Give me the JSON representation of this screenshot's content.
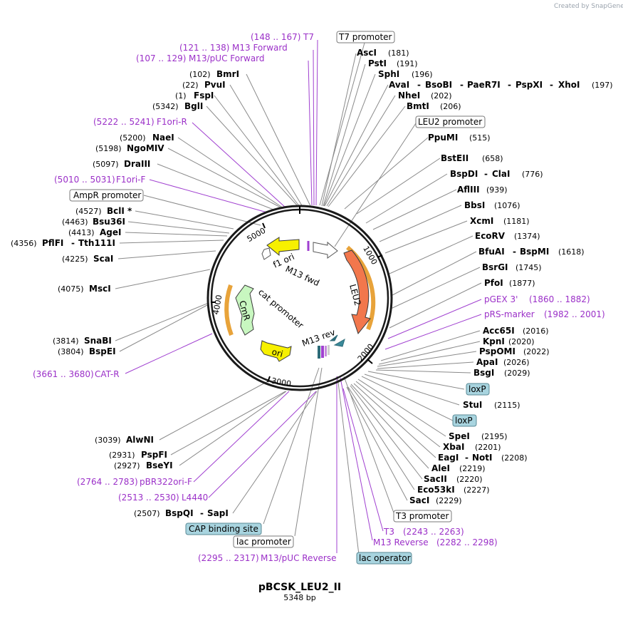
{
  "watermark": "Created by SnapGene",
  "plasmid": {
    "name": "pBCSK_LEU2_II",
    "size": "5348 bp"
  },
  "ticks": [
    "1000",
    "2000",
    "3000",
    "4000",
    "5000"
  ],
  "inner_labels": {
    "f1_ori": "f1 ori",
    "m13_fwd": "M13 fwd",
    "leu2": "LEU2",
    "cmr": "CmR",
    "cat_promoter": "cat promoter",
    "ori": "ori",
    "m13_rev": "M13 rev"
  },
  "labels": {
    "t7": {
      "pos": "(148 .. 167)",
      "name": "T7"
    },
    "m13_forward": {
      "pos": "(121 .. 138)",
      "name": "M13 Forward"
    },
    "m13puc_fwd": {
      "pos": "(107 .. 129)",
      "name": "M13/pUC Forward"
    },
    "bmri": {
      "pos": "(102)",
      "name": "BmrI"
    },
    "pvui": {
      "pos": "(22)",
      "name": "PvuI"
    },
    "fspi": {
      "pos": "(1)",
      "name": "FspI"
    },
    "bgli": {
      "pos": "(5342)",
      "name": "BglI"
    },
    "f1ori_r": {
      "pos": "(5222 .. 5241)",
      "name": "F1ori-R"
    },
    "naei": {
      "pos": "(5200)",
      "name": "NaeI"
    },
    "ngomiv": {
      "pos": "(5198)",
      "name": "NgoMIV"
    },
    "draiii": {
      "pos": "(5097)",
      "name": "DraIII"
    },
    "f1ori_f": {
      "pos": "(5010 .. 5031)",
      "name": "F1ori-F"
    },
    "ampr_promoter": {
      "name": "AmpR promoter"
    },
    "bcli": {
      "pos": "(4527)",
      "name": "BclI *"
    },
    "bsu36i": {
      "pos": "(4463)",
      "name": "Bsu36I"
    },
    "agei": {
      "pos": "(4413)",
      "name": "AgeI"
    },
    "pflfi": {
      "pos": "(4356)",
      "name": "PflFI",
      "name2": "Tth111I"
    },
    "scai": {
      "pos": "(4225)",
      "name": "ScaI"
    },
    "msci": {
      "pos": "(4075)",
      "name": "MscI"
    },
    "snabi": {
      "pos": "(3814)",
      "name": "SnaBI"
    },
    "bspei": {
      "pos": "(3804)",
      "name": "BspEI"
    },
    "cat_r": {
      "pos": "(3661 .. 3680)",
      "name": "CAT-R"
    },
    "alwni": {
      "pos": "(3039)",
      "name": "AlwNI"
    },
    "pspfi": {
      "pos": "(2931)",
      "name": "PspFI"
    },
    "bseyi": {
      "pos": "(2927)",
      "name": "BseYI"
    },
    "pbr322": {
      "pos": "(2764 .. 2783)",
      "name": "pBR322ori-F"
    },
    "l4440": {
      "pos": "(2513 .. 2530)",
      "name": "L4440"
    },
    "bspqi": {
      "pos": "(2507)",
      "name": "BspQI",
      "name2": "SapI"
    },
    "cap_site": {
      "name": "CAP binding site"
    },
    "lac_promoter": {
      "name": "lac promoter"
    },
    "m13puc_rev": {
      "pos": "(2295 .. 2317)",
      "name": "M13/pUC Reverse"
    },
    "t7_promoter": {
      "name": "T7 promoter"
    },
    "asci": {
      "pos": "(181)",
      "name": "AscI"
    },
    "psti": {
      "pos": "(191)",
      "name": "PstI"
    },
    "sphi": {
      "pos": "(196)",
      "name": "SphI"
    },
    "avai": {
      "pos": "(197)",
      "name": "AvaI",
      "name2": "BsoBI",
      "name3": "PaeR7I",
      "name4": "PspXI",
      "name5": "XhoI"
    },
    "nhei": {
      "pos": "(202)",
      "name": "NheI"
    },
    "bmti": {
      "pos": "(206)",
      "name": "BmtI"
    },
    "leu2_promoter": {
      "name": "LEU2 promoter"
    },
    "ppumi": {
      "pos": "(515)",
      "name": "PpuMI"
    },
    "bsteii": {
      "pos": "(658)",
      "name": "BstEII"
    },
    "bspdi": {
      "pos": "(776)",
      "name": "BspDI",
      "name2": "ClaI"
    },
    "afliii": {
      "pos": "(939)",
      "name": "AflIII"
    },
    "bbsi": {
      "pos": "(1076)",
      "name": "BbsI"
    },
    "xcmi": {
      "pos": "(1181)",
      "name": "XcmI"
    },
    "ecorv": {
      "pos": "(1374)",
      "name": "EcoRV"
    },
    "bfuai": {
      "pos": "(1618)",
      "name": "BfuAI",
      "name2": "BspMI"
    },
    "bsrgi": {
      "pos": "(1745)",
      "name": "BsrGI"
    },
    "pfoi": {
      "pos": "(1877)",
      "name": "PfoI"
    },
    "pgex3": {
      "pos": "(1860 .. 1882)",
      "name": "pGEX 3'"
    },
    "prs_marker": {
      "pos": "(1982 .. 2001)",
      "name": "pRS-marker"
    },
    "acc65i": {
      "pos": "(2016)",
      "name": "Acc65I"
    },
    "kpni": {
      "pos": "(2020)",
      "name": "KpnI"
    },
    "pspomi": {
      "pos": "(2022)",
      "name": "PspOMI"
    },
    "apai": {
      "pos": "(2026)",
      "name": "ApaI"
    },
    "bsgi": {
      "pos": "(2029)",
      "name": "BsgI"
    },
    "loxp1": {
      "name": "loxP"
    },
    "stui": {
      "pos": "(2115)",
      "name": "StuI"
    },
    "loxp2": {
      "name": "loxP"
    },
    "spei": {
      "pos": "(2195)",
      "name": "SpeI"
    },
    "xbai": {
      "pos": "(2201)",
      "name": "XbaI"
    },
    "eagi": {
      "pos": "(2208)",
      "name": "EagI",
      "name2": "NotI"
    },
    "alei": {
      "pos": "(2219)",
      "name": "AleI"
    },
    "sacii": {
      "pos": "(2220)",
      "name": "SacII"
    },
    "eco53ki": {
      "pos": "(2227)",
      "name": "Eco53kI"
    },
    "saci": {
      "pos": "(2229)",
      "name": "SacI"
    },
    "t3_promoter": {
      "name": "T3 promoter"
    },
    "t3": {
      "pos": "(2243 .. 2263)",
      "name": "T3"
    },
    "m13_reverse": {
      "pos": "(2282 .. 2298)",
      "name": "M13 Reverse"
    },
    "lac_operator": {
      "name": "lac operator"
    }
  }
}
